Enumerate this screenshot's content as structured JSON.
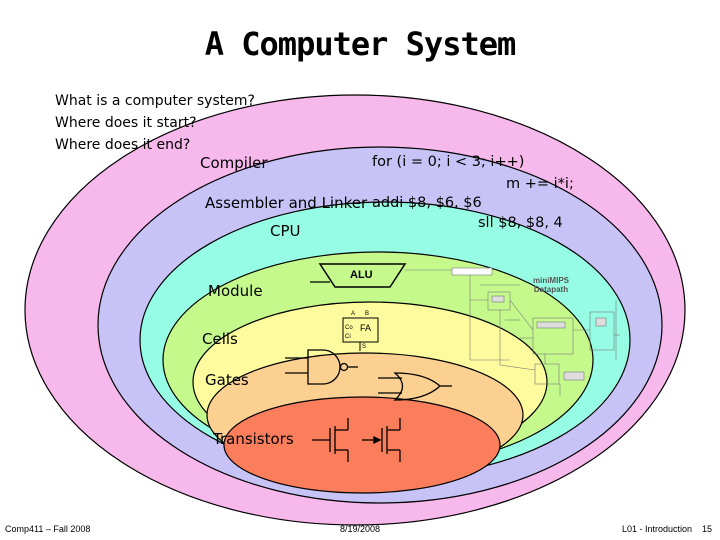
{
  "title": "A Computer System",
  "questions": [
    "What is a computer system?",
    "Where does it start?",
    "Where does it end?"
  ],
  "layers": {
    "compiler": "Compiler",
    "assembler": "Assembler and Linker",
    "cpu": "CPU",
    "module": "Module",
    "cells": "Cells",
    "gates": "Gates",
    "transistors": "Transistors"
  },
  "code": {
    "for_loop": "for (i = 0; i < 3; i++)",
    "body": "m += i*i;",
    "asm1": "addi $8, $6, $6",
    "asm2": "sll $8, $8, 4"
  },
  "diagram": {
    "alu": "ALU",
    "fa": "FA",
    "fa_a": "A",
    "fa_b": "B",
    "fa_co": "Co",
    "fa_ci": "Ci",
    "fa_s": "S",
    "minimips": "miniMIPS",
    "datapath": "Datapath"
  },
  "footer": {
    "course": "Comp411 – Fall 2008",
    "date": "8/19/2008",
    "lecture": "L01 - Introduction",
    "page": "15"
  },
  "colors": {
    "ring1": "#f7b8ec",
    "ring2": "#c8c3f7",
    "ring3": "#96fde4",
    "ring4": "#c5f98c",
    "ring5": "#fdfb9d",
    "ring6": "#fbd091",
    "ring7": "#fa7d5c"
  }
}
